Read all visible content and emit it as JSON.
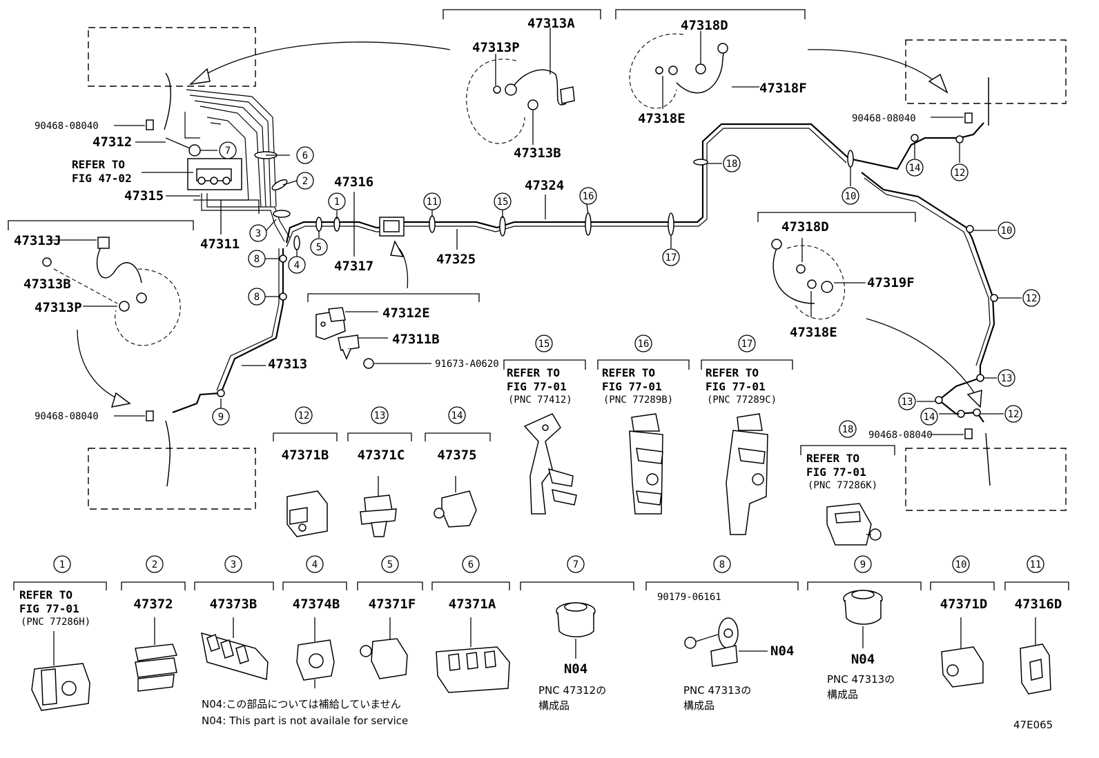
{
  "pn": {
    "p47313A": "47313A",
    "p47313P_top": "47313P",
    "p47313B_top": "47313B",
    "p47318D_top": "47318D",
    "p47318E_top": "47318E",
    "p47318F": "47318F",
    "p90468_tl": "90468-08040",
    "p47312": "47312",
    "refer_a": "REFER TO",
    "fig_4702": "FIG 47-02",
    "p47315": "47315",
    "p47311": "47311",
    "p47316": "47316",
    "p47317": "47317",
    "p47324": "47324",
    "p47325": "47325",
    "p90468_tr": "90468-08040",
    "p47313J": "47313J",
    "p47313B_left": "47313B",
    "p47313P_left": "47313P",
    "p47312E": "47312E",
    "p47311B": "47311B",
    "p91673": "91673-A0620",
    "p47313": "47313",
    "p90468_bl": "90468-08040",
    "p47318D_right": "47318D",
    "p47319F": "47319F",
    "p47318E_right": "47318E",
    "p90468_br": "90468-08040"
  },
  "callouts": {
    "c1": "1",
    "c2": "2",
    "c3": "3",
    "c4": "4",
    "c5": "5",
    "c6": "6",
    "c7": "7",
    "c8": "8",
    "c9": "9",
    "c10": "10",
    "c11": "11",
    "c12": "12",
    "c13": "13",
    "c14": "14",
    "c15": "15",
    "c16": "16",
    "c17": "17",
    "c18": "18"
  },
  "refs": {
    "r15": {
      "num": "15",
      "line1": "REFER TO",
      "line2": "FIG 77-01",
      "line3": "(PNC 77412)"
    },
    "r16": {
      "num": "16",
      "line1": "REFER TO",
      "line2": "FIG 77-01",
      "line3": "(PNC 77289B)"
    },
    "r17": {
      "num": "17",
      "line1": "REFER TO",
      "line2": "FIG 77-01",
      "line3": "(PNC 77289C)"
    },
    "r18": {
      "num": "18",
      "line1": "REFER TO",
      "line2": "FIG 77-01",
      "line3": "(PNC 77286K)"
    },
    "r1": {
      "num": "1",
      "line1": "REFER TO",
      "line2": "FIG 77-01",
      "line3": "(PNC 77286H)"
    }
  },
  "clamps_mid": [
    {
      "num": "12",
      "pn": "47371B"
    },
    {
      "num": "13",
      "pn": "47371C"
    },
    {
      "num": "14",
      "pn": "47375"
    }
  ],
  "clamps_bottom": [
    {
      "num": "2",
      "pn": "47372"
    },
    {
      "num": "3",
      "pn": "47373B"
    },
    {
      "num": "4",
      "pn": "47374B"
    },
    {
      "num": "5",
      "pn": "47371F"
    },
    {
      "num": "6",
      "pn": "47371A"
    },
    {
      "num": "10",
      "pn": "47371D"
    },
    {
      "num": "11",
      "pn": "47316D"
    }
  ],
  "grommets": {
    "g7": {
      "num": "7",
      "code": "N04",
      "note1": "PNC 47312の",
      "note2": "構成品"
    },
    "g8": {
      "num": "8",
      "pn": "90179-06161",
      "code": "N04",
      "note1": "PNC 47313の",
      "note2": "構成品"
    },
    "g9": {
      "num": "9",
      "code": "N04",
      "note1": "PNC 47313の",
      "note2": "構成品"
    }
  },
  "footnote": {
    "jp": "N04:この部品については補給していません",
    "en": "N04: This part is not availale for service"
  },
  "figure_code": "47E065"
}
